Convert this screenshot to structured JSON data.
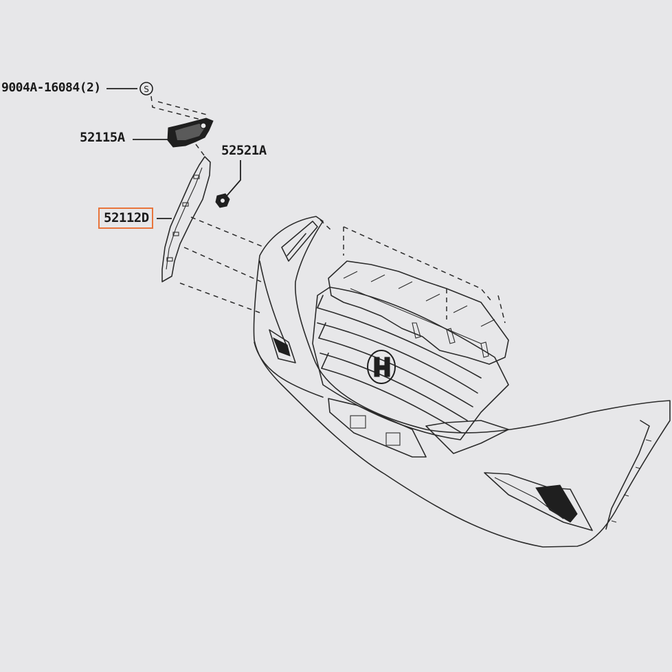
{
  "callouts": {
    "bolt_label": "9004A-16084(2)",
    "bolt_symbol": "S",
    "bracket_label": "52115A",
    "clip_label": "52521A",
    "retainer_label": "52112D"
  },
  "colors": {
    "background": "#e7e7e9",
    "line": "#2b2b2b",
    "highlight": "#e8743b"
  }
}
